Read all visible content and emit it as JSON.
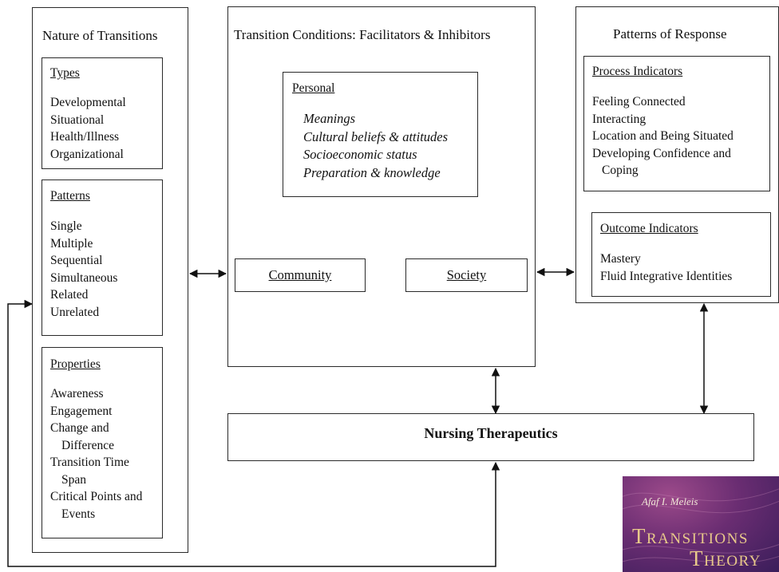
{
  "nature": {
    "title": "Nature of Transitions",
    "types": {
      "heading": "Types",
      "items": [
        "Developmental",
        "Situational",
        "Health/Illness",
        "Organizational"
      ]
    },
    "patterns": {
      "heading": "Patterns",
      "items": [
        "Single",
        "Multiple",
        "Sequential",
        "Simultaneous",
        "Related",
        "Unrelated"
      ]
    },
    "properties": {
      "heading": "Properties",
      "items": [
        "Awareness",
        "Engagement",
        "Change and",
        "Difference",
        "Transition Time",
        "Span",
        "Critical Points and",
        "Events"
      ]
    }
  },
  "conditions": {
    "title": "Transition Conditions: Facilitators & Inhibitors",
    "personal": {
      "heading": "Personal",
      "items": [
        "Meanings",
        "Cultural beliefs & attitudes",
        "Socioeconomic status",
        "Preparation & knowledge"
      ]
    },
    "community": "Community",
    "society": "Society"
  },
  "response": {
    "title": "Patterns of Response",
    "process": {
      "heading": "Process Indicators",
      "items": [
        "Feeling Connected",
        "Interacting",
        "Location and Being Situated",
        "Developing Confidence and",
        "Coping"
      ]
    },
    "outcome": {
      "heading": "Outcome Indicators",
      "items": [
        "Mastery",
        "Fluid Integrative Identities"
      ]
    }
  },
  "therapeutics": "Nursing Therapeutics",
  "cover": {
    "author": "Afaf I. Meleis",
    "title_line1": "Transitions",
    "title_line2": "Theory"
  },
  "colors": {
    "line": "#2a2a2a",
    "cover_bg": "#5a2a6e",
    "cover_text": "#e8c98a"
  }
}
